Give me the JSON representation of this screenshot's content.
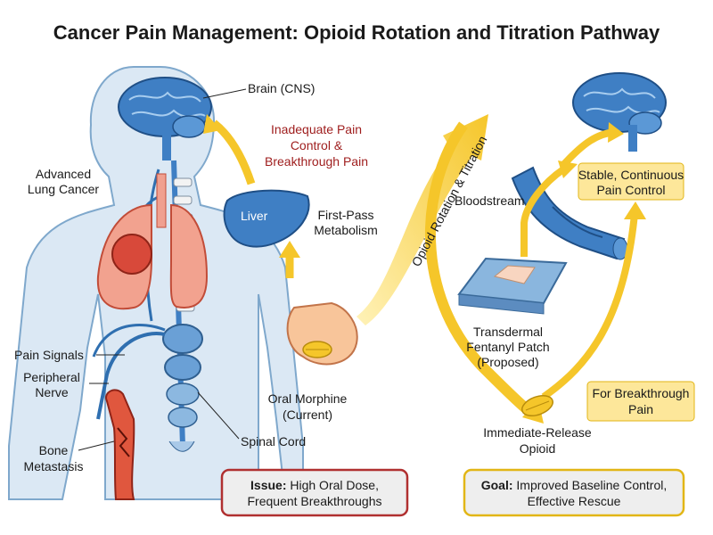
{
  "title": "Cancer Pain Management: Opioid Rotation and Titration Pathway",
  "labels": {
    "brain": "Brain (CNS)",
    "lung_cancer": [
      "Advanced",
      "Lung Cancer"
    ],
    "inadequate": [
      "Inadequate Pain",
      "Control &",
      "Breakthrough Pain"
    ],
    "liver": "Liver",
    "first_pass": [
      "First-Pass",
      "Metabolism"
    ],
    "pain_signals": "Pain Signals",
    "peripheral_nerve": [
      "Peripheral",
      "Nerve"
    ],
    "bone_metastasis": [
      "Bone",
      "Metastasis"
    ],
    "oral_morphine": [
      "Oral Morphine",
      "(Current)"
    ],
    "spinal_cord": "Spinal Cord",
    "rotation_arrow": "Opioid Rotation & Titration",
    "bloodstream": "Bloodstream",
    "stable": [
      "Stable, Continuous",
      "Pain Control"
    ],
    "patch": [
      "Transdermal",
      "Fentanyl Patch",
      "(Proposed)"
    ],
    "breakthrough_box": [
      "For Breakthrough",
      "Pain"
    ],
    "ir_opioid": [
      "Immediate-Release",
      "Opioid"
    ]
  },
  "issue_box": {
    "heading": "Issue:",
    "line1": " High Oral Dose,",
    "line2": "Frequent Breakthroughs",
    "border_color": "#b03030"
  },
  "goal_box": {
    "heading": "Goal:",
    "line1": " Improved Baseline Control,",
    "line2": "Effective Rescue",
    "border_color": "#e2b616"
  },
  "colors": {
    "brain": "#3f7fc4",
    "body": "#dbe8f4",
    "arrow": "#f5c62a",
    "lung": "#e8705f",
    "bone": "#e0573e",
    "liver": "#3f7fc4",
    "label_box": "#fde79a"
  }
}
